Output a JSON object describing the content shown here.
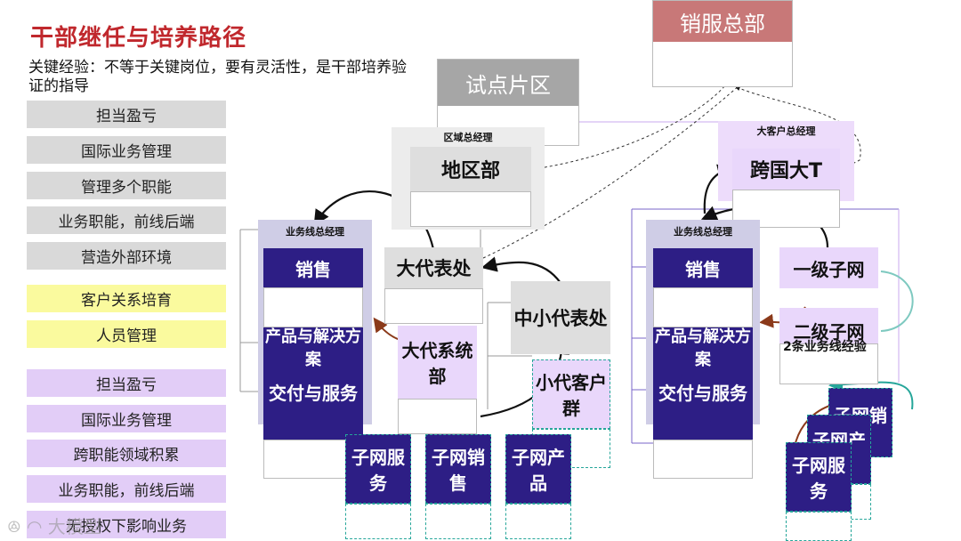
{
  "title": "干部继任与培养路径",
  "subtitle": "关键经验：不等于关键岗位，要有灵活性，是干部培养验证的指导",
  "list_gray": [
    "担当盈亏",
    "国际业务管理",
    "管理多个职能",
    "业务职能，前线后端",
    "营造外部环境"
  ],
  "list_yellow": [
    "客户关系培育",
    "人员管理"
  ],
  "list_purple": [
    "担当盈亏",
    "国际业务管理",
    "跨职能领域积累",
    "业务职能，前线后端",
    "无授权下影响业务"
  ],
  "hq": "销服总部",
  "pilot": "试点片区",
  "left": {
    "region_mgr": "区域总经理",
    "region": "地区部",
    "line_mgr": "业务线总经理",
    "sales": "销售",
    "product": "产品与解决方案",
    "delivery": "交付与服务",
    "big_office": "大代表处",
    "big_system": "大代系统部",
    "small_office": "中小代表处",
    "small_customer": "小代客户群",
    "sub_service": "子网服务",
    "sub_sales": "子网销售",
    "sub_product": "子网产品"
  },
  "right": {
    "key_account_mgr": "大客户总经理",
    "multinational": "跨国大T",
    "line_mgr": "业务线总经理",
    "sales": "销售",
    "product": "产品与解决方案",
    "delivery": "交付与服务",
    "net1": "一级子网",
    "net2": "二级子网",
    "exp_note": "2条业务线经验",
    "sub_sales": "子网销",
    "sub_product": "子网产",
    "sub_service": "子网服务"
  },
  "watermark": "大模型"
}
